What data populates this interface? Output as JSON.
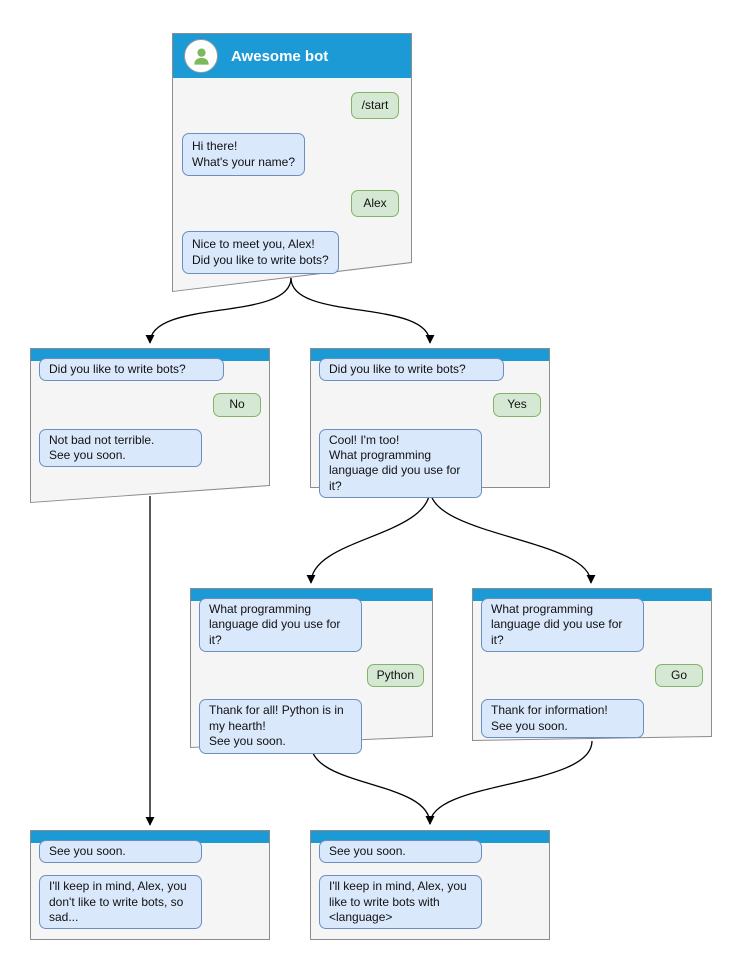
{
  "colors": {
    "header_blue": "#1C9AD6",
    "window_bg": "#F5F5F5",
    "window_border": "#8C8C8C",
    "bot_bubble_bg": "#DAE8FC",
    "bot_bubble_border": "#6C8EBF",
    "user_bubble_bg": "#D5E8D4",
    "user_bubble_border": "#82B366",
    "avatar_person": "#7CB85C",
    "arrow": "#000000"
  },
  "main_window": {
    "title": "Awesome bot",
    "messages": {
      "start": "/start",
      "greeting": "Hi there!\nWhat's your name?",
      "name": "Alex",
      "nice": "Nice to meet you, Alex!\nDid you like to write bots?"
    }
  },
  "no_branch": {
    "question": "Did you like to write bots?",
    "answer": "No",
    "reply": "Not bad not terrible.\nSee you soon."
  },
  "yes_branch": {
    "question": "Did you like to write bots?",
    "answer": "Yes",
    "reply": "Cool! I'm too!\nWhat programming\nlanguage did you use for it?"
  },
  "python_branch": {
    "question": "What programming\nlanguage did you use for it?",
    "answer": "Python",
    "reply": "Thank for all! Python is in\nmy hearth!\nSee you soon."
  },
  "go_branch": {
    "question": "What programming\nlanguage did you use for it?",
    "answer": "Go",
    "reply": "Thank for information!\nSee you soon."
  },
  "end_no": {
    "header": "See you soon.",
    "reply": "I'll keep in mind, Alex, you\ndon't like to write bots, so\nsad..."
  },
  "end_yes": {
    "header": "See you soon.",
    "reply": "I'll keep in mind, Alex, you\nlike to write bots with\n<language>"
  }
}
